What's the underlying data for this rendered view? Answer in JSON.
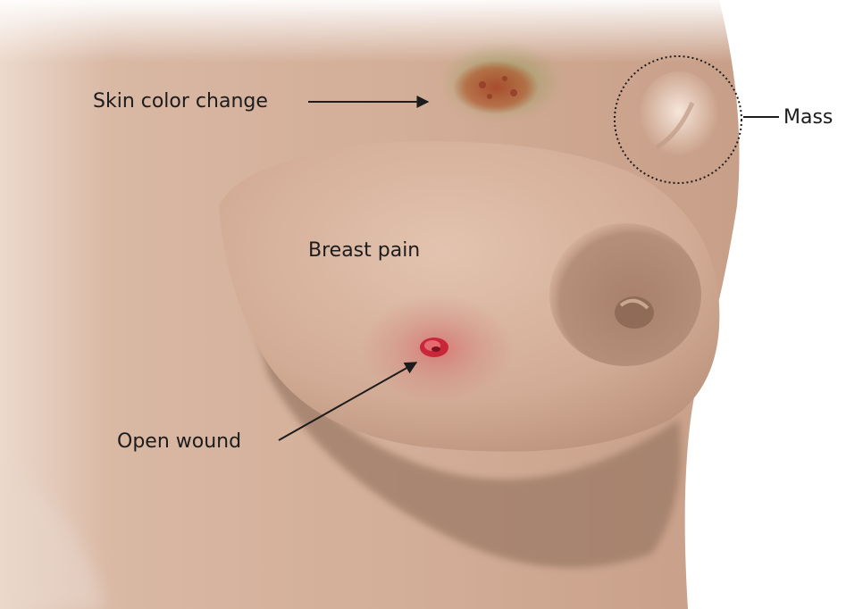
{
  "labels": {
    "skin_color_change": "Skin color change",
    "mass": "Mass",
    "breast_pain": "Breast pain",
    "open_wound": "Open wound"
  },
  "colors": {
    "skin_base": "#d7b39e",
    "skin_light": "#e8cbb8",
    "shadow": "#9c7a66",
    "discoloration_red": "#b3542f",
    "discoloration_green": "#8e9a55",
    "wound_red": "#c9263a",
    "line": "#1c1c1c"
  }
}
